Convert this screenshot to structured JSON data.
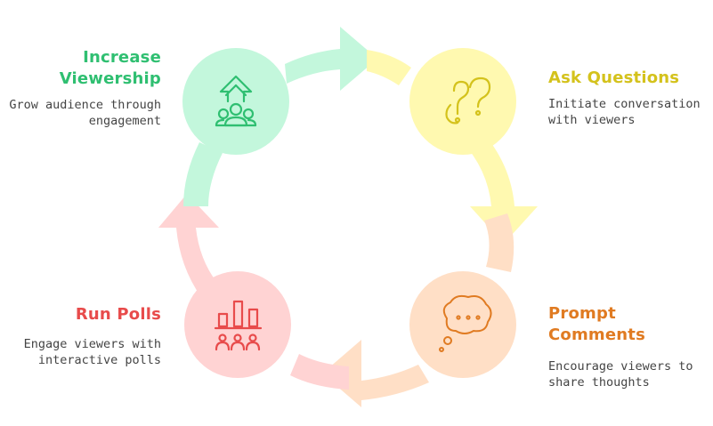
{
  "steps": [
    {
      "key": "viewership",
      "title_lines": [
        "Increase",
        "Viewership"
      ],
      "desc_lines": [
        "Grow audience through",
        "engagement"
      ],
      "icon": "growth-audience-icon",
      "color": "#2fbf71",
      "circle_color": "#c3f7dc",
      "arrow_color": "#c3f7dc"
    },
    {
      "key": "questions",
      "title_lines": [
        "Ask Questions"
      ],
      "desc_lines": [
        "Initiate conversation",
        "with viewers"
      ],
      "icon": "question-marks-icon",
      "color": "#d4c21c",
      "circle_color": "#fff9b0",
      "arrow_color": "#fff9b0"
    },
    {
      "key": "comments",
      "title_lines": [
        "Prompt",
        "Comments"
      ],
      "desc_lines": [
        "Encourage viewers to",
        "share thoughts"
      ],
      "icon": "speech-bubble-icon",
      "color": "#e07b22",
      "circle_color": "#ffdfc6",
      "arrow_color": "#ffdfc6"
    },
    {
      "key": "polls",
      "title_lines": [
        "Run Polls"
      ],
      "desc_lines": [
        "Engage viewers with",
        "interactive polls"
      ],
      "icon": "poll-chart-icon",
      "color": "#e84b4b",
      "circle_color": "#ffd3d3",
      "arrow_color": "#ffd3d3"
    }
  ]
}
